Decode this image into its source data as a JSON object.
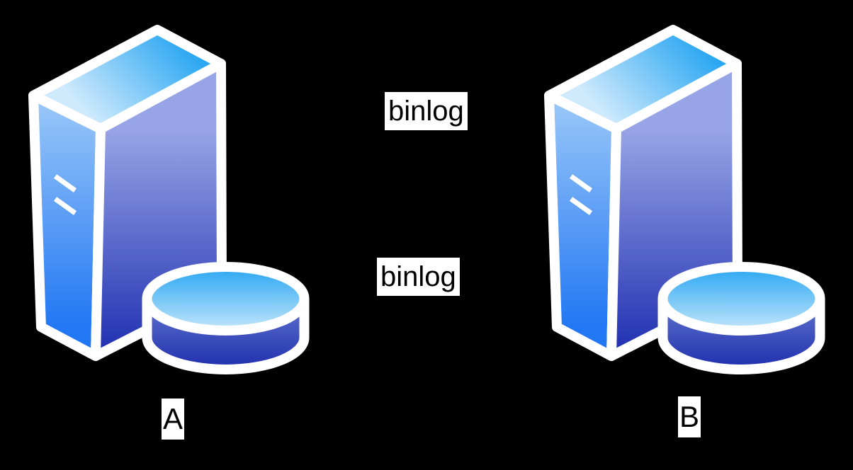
{
  "diagram": {
    "background": "#000000",
    "nodes": [
      {
        "id": "A",
        "label": "A",
        "icon": "server-with-database"
      },
      {
        "id": "B",
        "label": "B",
        "icon": "server-with-database"
      }
    ],
    "edge_labels": [
      {
        "text": "binlog",
        "position": "upper-center"
      },
      {
        "text": "binlog",
        "position": "middle-center"
      }
    ],
    "colors": {
      "background": "#000000",
      "outline": "#ffffff",
      "label_background": "#ffffff",
      "label_text": "#000000",
      "box_top_from": "#2aa6f2",
      "box_top_to": "#cfeafc",
      "box_left_from": "#9cc9f8",
      "box_left_to": "#2277f4",
      "box_front_from": "#97a5e6",
      "box_front_to": "#1e2db0",
      "disk_top_from": "#2aa6f2",
      "disk_top_to": "#c3e6fb",
      "disk_side_from": "#6377ce",
      "disk_side_to": "#1f2eae"
    }
  }
}
